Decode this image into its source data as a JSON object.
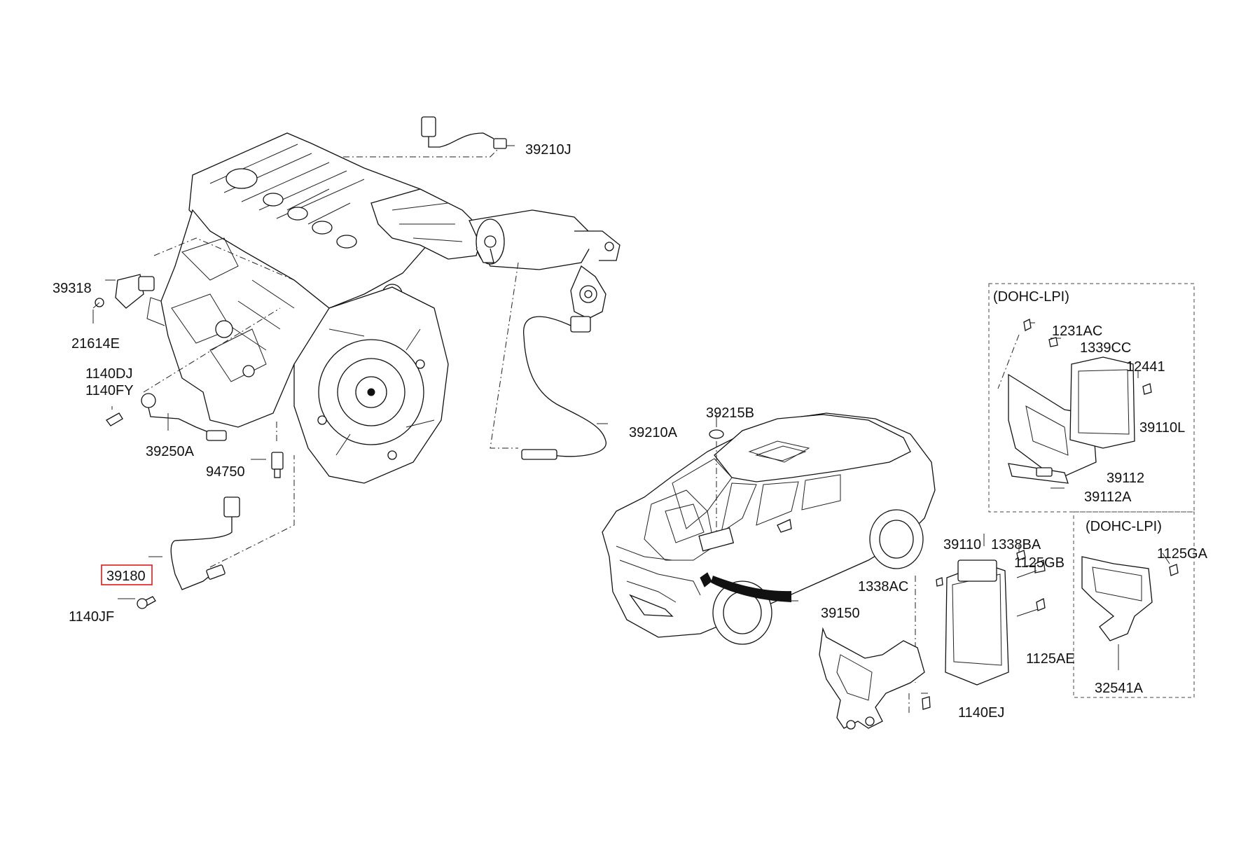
{
  "diagram": {
    "highlight_color": "#e01818",
    "ink_color": "#111111",
    "groups": [
      {
        "header": "(DOHC-LPI)"
      },
      {
        "header": "(DOHC-LPI)"
      }
    ],
    "callouts": {
      "p39210J": "39210J",
      "p39318": "39318",
      "p21614E": "21614E",
      "p1140DJ": "1140DJ",
      "p1140FY": "1140FY",
      "p39250A": "39250A",
      "p94750": "94750",
      "p39210A": "39210A",
      "p39180": "39180",
      "p1140JF": "1140JF",
      "p39215B": "39215B",
      "p1231AC": "1231AC",
      "p1339CC": "1339CC",
      "p12441": "12441",
      "p39110L": "39110L",
      "p39112": "39112",
      "p39112A": "39112A",
      "p39110": "39110",
      "p1338BA": "1338BA",
      "p1125GB": "1125GB",
      "p1338AC": "1338AC",
      "p39150": "39150",
      "p1125AE": "1125AE",
      "p1140EJ": "1140EJ",
      "p1125GA": "1125GA",
      "p32541A": "32541A"
    },
    "highlighted_callout": "39180"
  }
}
